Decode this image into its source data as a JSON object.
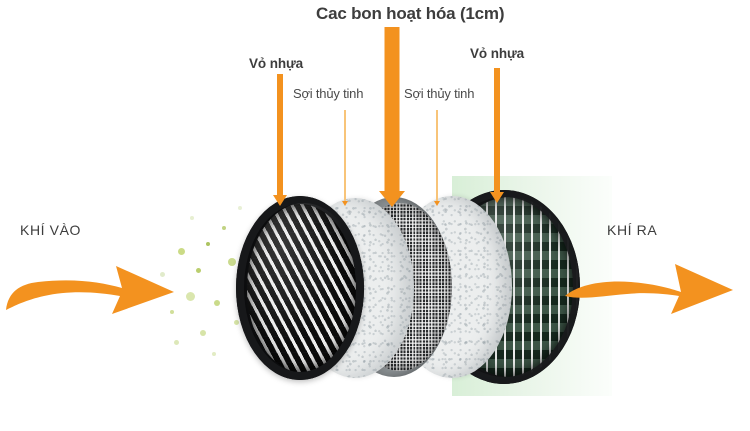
{
  "diagram": {
    "title_label": "Cac bon hoạt hóa (1cm)",
    "callouts": [
      {
        "text": "Vỏ nhựa",
        "style": "bold"
      },
      {
        "text": "Sợi thủy tinh",
        "style": "regular"
      },
      {
        "text": "Sợi thủy tinh",
        "style": "regular"
      },
      {
        "text": "Vỏ nhựa",
        "style": "bold"
      }
    ],
    "airflow_in_label": "KHÍ VÀO",
    "airflow_out_label": "KHÍ RA",
    "layers": [
      {
        "name": "plastic-shell-front",
        "material": "Vỏ nhựa"
      },
      {
        "name": "glass-fiber-front",
        "material": "Sợi thủy tinh"
      },
      {
        "name": "activated-carbon",
        "material": "Cac bon hoạt hóa (1cm)"
      },
      {
        "name": "glass-fiber-back",
        "material": "Sợi thủy tinh"
      },
      {
        "name": "plastic-shell-back",
        "material": "Vỏ nhựa"
      }
    ],
    "colors": {
      "accent_orange": "#F3921F",
      "accent_orange_light": "#F8C479",
      "text_dark": "#3d3d3d",
      "shell_black": "#15161a",
      "fiber_white": "#eceeee",
      "carbon_gray": "#2b2d2f",
      "outlet_green": "#3d5647",
      "glow_green": "#e3f2e2",
      "dust_green": "#a8c24a"
    }
  }
}
